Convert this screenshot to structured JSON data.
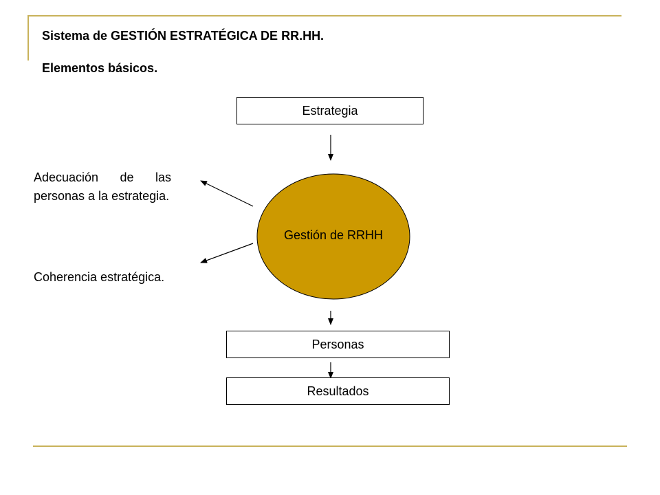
{
  "slide": {
    "title": "Sistema de GESTIÓN ESTRATÉGICA DE RR.HH.",
    "subtitle": "Elementos básicos."
  },
  "diagram": {
    "estrategia_label": "Estrategia",
    "center_label": "Gestión de RRHH",
    "personas_label": "Personas",
    "resultados_label": "Resultados",
    "adecuacion_text": "Adecuación de las personas a la estrategia.",
    "coherencia_text": "Coherencia estratégica."
  },
  "colors": {
    "accent_line": "#c8b25a",
    "ellipse_fill": "#cc9900",
    "stroke": "#000000"
  }
}
